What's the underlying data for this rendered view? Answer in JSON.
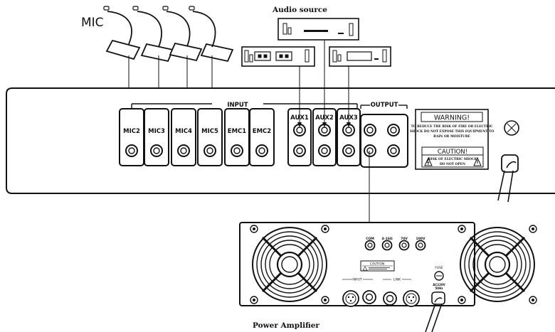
{
  "labels": {
    "mic": "MIC",
    "audio_source": "Audio source",
    "input": "INPUT",
    "output": "OUTPUT",
    "power_amplifier": "Power Amplifier"
  },
  "mixer": {
    "channels": [
      "MIC2",
      "MIC3",
      "MIC4",
      "MIC5",
      "EMC1",
      "EMC2"
    ],
    "aux": [
      "AUX1",
      "AUX2",
      "AUX3"
    ],
    "warning": {
      "title": "WARNING!",
      "line1": "TO REDUCE THE RISK OF FIRE OR ELECTRIC",
      "line2": "SHOCK DO NOT EXPOSE THIS EQUIPMENT TO",
      "line3": "RAIN OR MOISTURE"
    },
    "caution": {
      "title": "CAUTION!",
      "line1": "RISK OF ELECTRIC SHOCK",
      "line2": "DO NOT OPEN"
    }
  },
  "amplifier": {
    "taps": [
      "COM",
      "4-16Ω",
      "70V",
      "100V"
    ],
    "caution_label": "CAUTION",
    "input": "INPUT",
    "link": "LINK",
    "fuse": "FUSE",
    "ac_line1": "AC220V",
    "ac_line2": "50Hz"
  }
}
